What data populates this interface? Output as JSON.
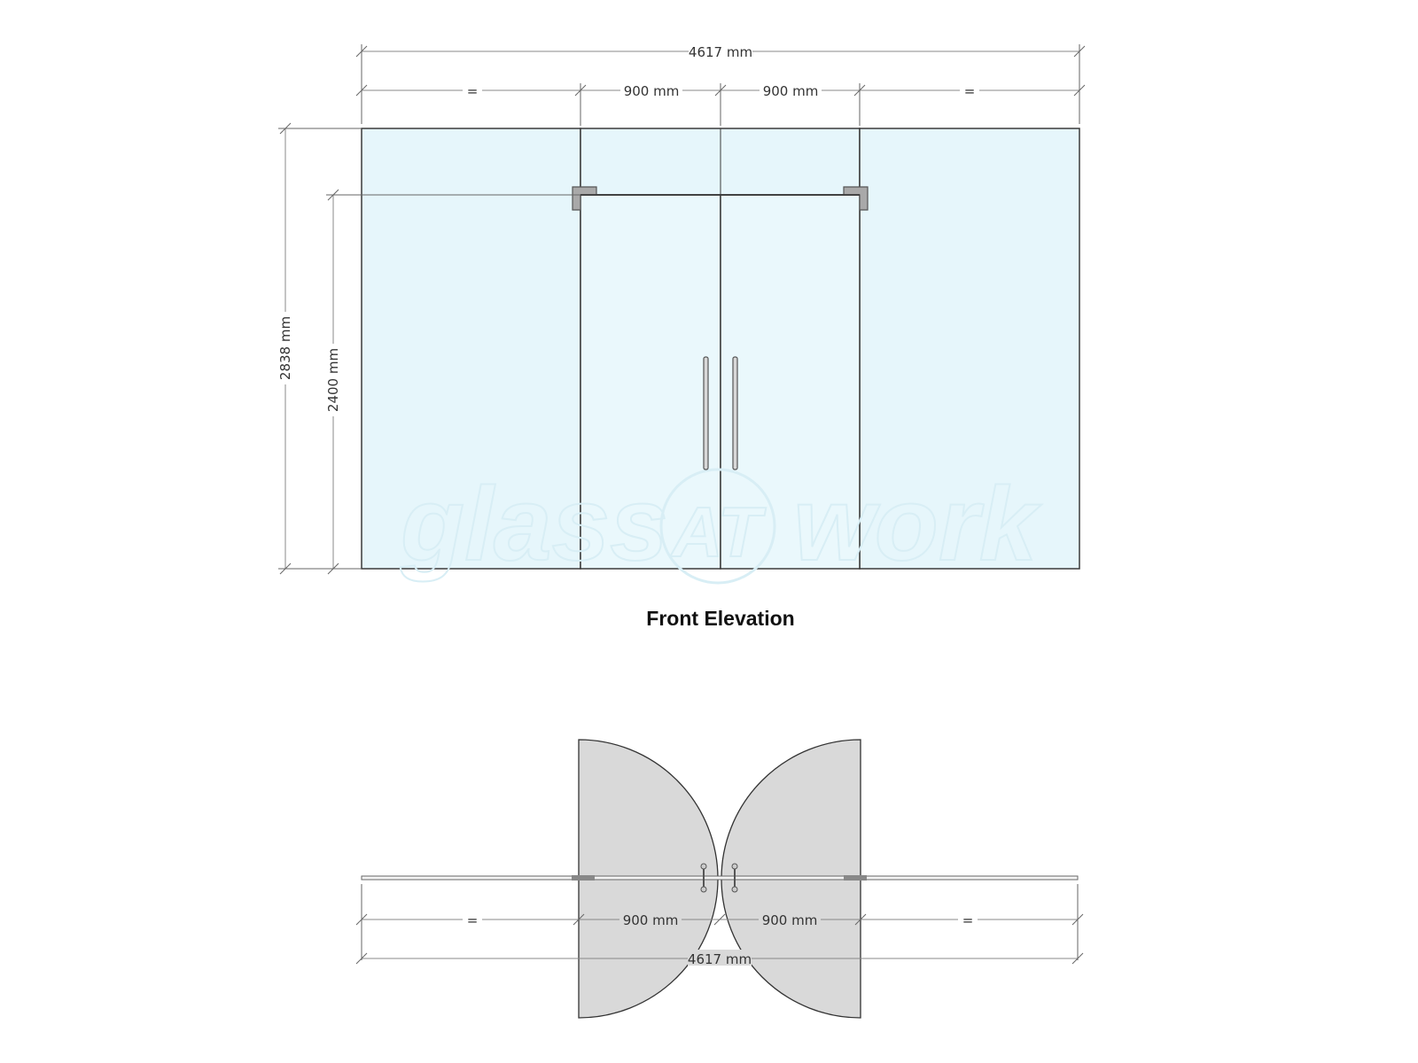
{
  "elevation": {
    "title": "Front Elevation",
    "overall_width": "4617 mm",
    "panel_left_width": "=",
    "door_left_width": "900 mm",
    "door_right_width": "900 mm",
    "panel_right_width": "=",
    "overall_height": "2838 mm",
    "door_height": "2400 mm"
  },
  "plan": {
    "panel_left_width": "=",
    "door_left_width": "900 mm",
    "door_right_width": "900 mm",
    "panel_right_width": "=",
    "overall_width": "4617 mm"
  },
  "watermark": {
    "text_left": "glass",
    "text_mid": "AT",
    "text_right": "work"
  },
  "colors": {
    "glass": "#e6f6fb",
    "outline": "#3a3a3a",
    "swing_fill": "#d9d9d9",
    "hardware": "#a9a9a9"
  }
}
